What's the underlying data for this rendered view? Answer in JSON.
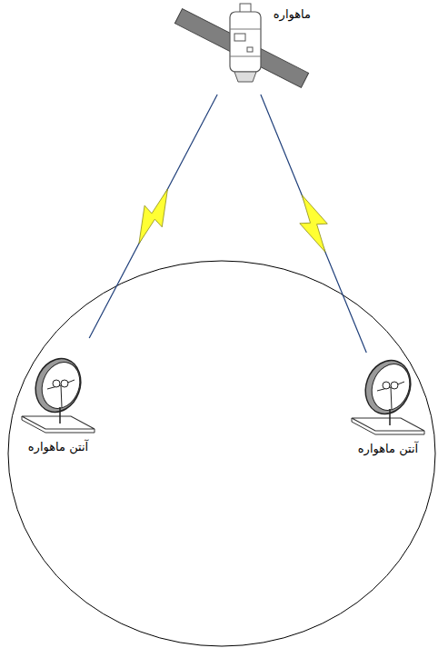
{
  "diagram": {
    "nodes": [
      {
        "text": [
          "ماهواره"
        ]
      },
      {
        "text": [
          "آنتن ماهواره"
        ]
      },
      {
        "text": [
          "آنتن ماهواره"
        ]
      }
    ],
    "edges": [
      {
        "from": 0,
        "to": 1,
        "arrow": "none"
      },
      {
        "from": 0,
        "to": 2,
        "arrow": "none"
      }
    ]
  }
}
